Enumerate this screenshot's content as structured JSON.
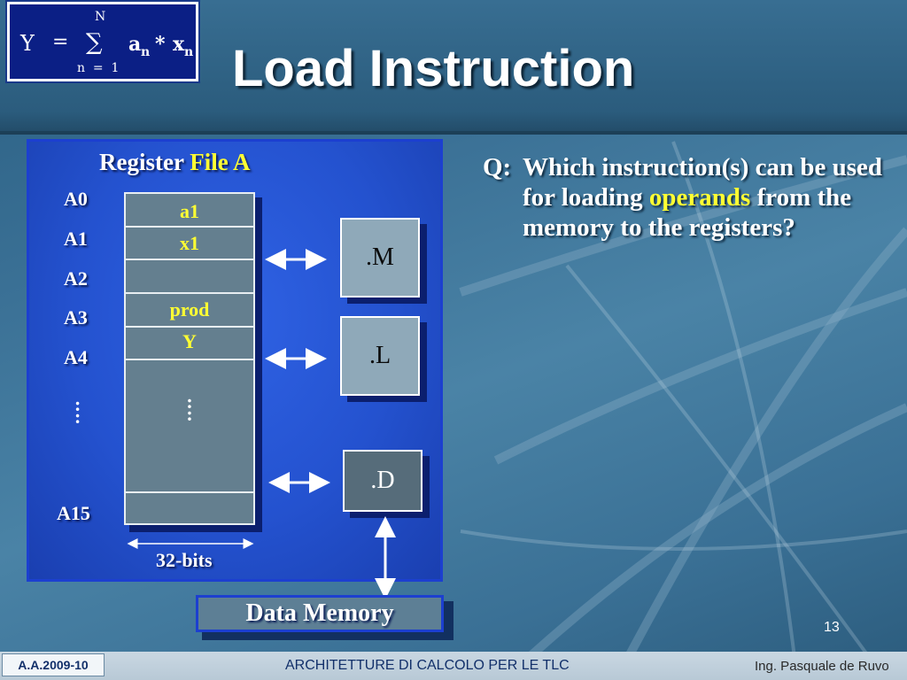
{
  "slide": {
    "title": "Load Instruction",
    "page_number": "13",
    "background_color": "#3b7196"
  },
  "formula": {
    "lhs": "Y",
    "equals": "=",
    "sigma": "∑",
    "upper": "N",
    "lower": "n  =  1",
    "a": "a",
    "a_sub": "n",
    "times": "*",
    "x": "x",
    "x_sub": "n"
  },
  "register_file": {
    "title_prefix": "Register ",
    "title_highlight": "File A",
    "labels": [
      "A0",
      "A1",
      "A2",
      "A3",
      "A4"
    ],
    "label_dots": ":\n:",
    "last_label": "A15",
    "values": [
      "a1",
      "x1",
      "",
      "prod",
      "Y"
    ],
    "value_dots": ":\n:",
    "width_label": "32-bits"
  },
  "units": {
    "m": ".M",
    "l": ".L",
    "d": ".D"
  },
  "data_memory": {
    "label": "Data Memory"
  },
  "question": {
    "q_label": "Q:",
    "text_before": "Which instruction(s) can be used for loading ",
    "text_highlight": "operands",
    "text_after": " from the memory to the registers?"
  },
  "footer": {
    "left": "A.A.2009-10",
    "center": "ARCHITETTURE DI CALCOLO PER LE TLC",
    "right": "Ing. Pasquale de Ruvo"
  }
}
